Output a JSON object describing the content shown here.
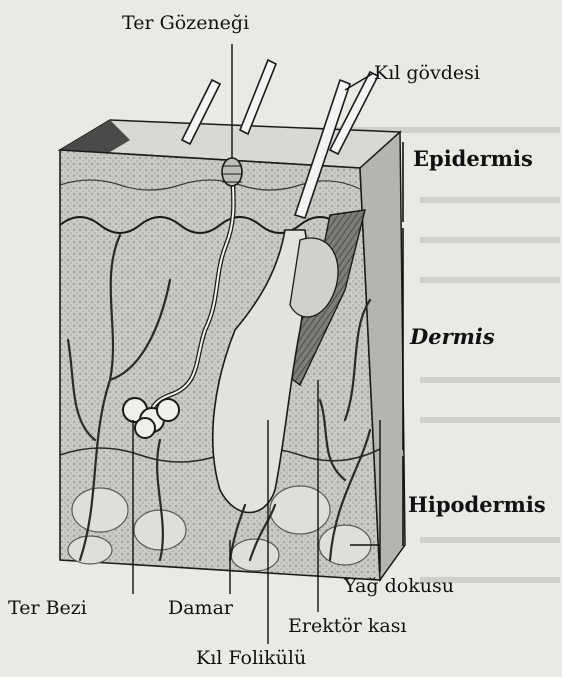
{
  "labels": {
    "ter_gozenegi": "Ter Gözeneği",
    "kil_govdesi": "Kıl gövdesi",
    "epidermis": "Epidermis",
    "dermis": "Dermis",
    "hipodermis": "Hipodermis",
    "yag_dokusu": "Yağ dokusu",
    "ter_bezi": "Ter Bezi",
    "damar": "Damar",
    "erektor_kasi": "Erektör kası",
    "kil_folikulu": "Kıl Folikülü"
  },
  "colors": {
    "background": "#e9e9e6",
    "line": "#1a1a1a",
    "tissue": "#c4c4c0",
    "tissue_dark": "#8e8e8a",
    "hair": "#f4f4f2"
  }
}
